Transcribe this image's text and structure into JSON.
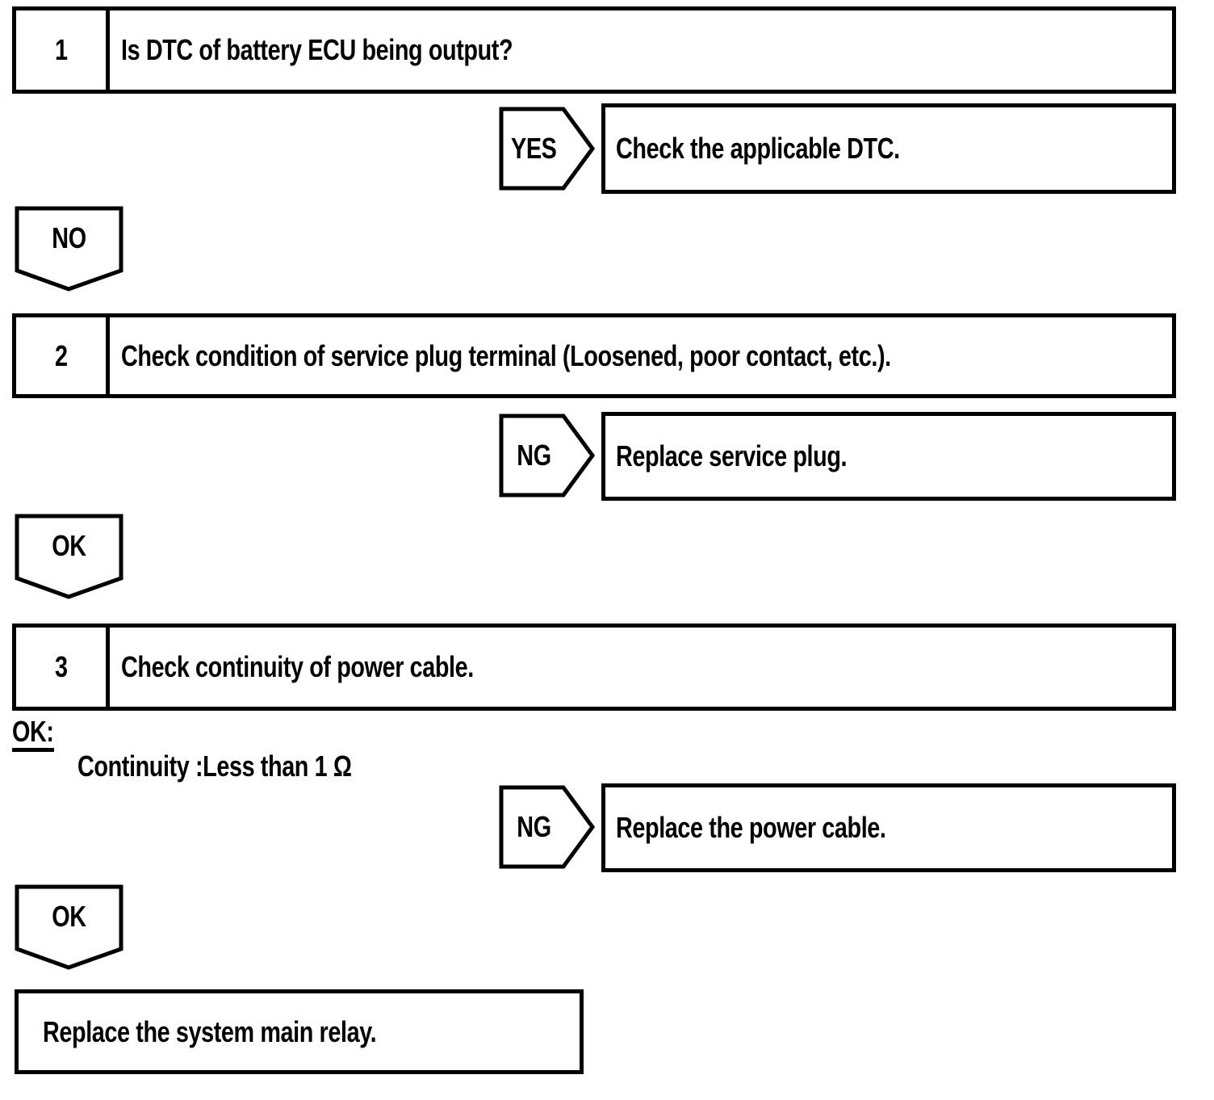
{
  "page": {
    "background": "#ffffff",
    "line_color": "#000000"
  },
  "flowchart": {
    "steps": [
      {
        "number": "1",
        "question": "Is DTC of battery ECU being output?",
        "branch": {
          "label": "YES",
          "result": "Check the applicable DTC."
        },
        "continue_label": "NO"
      },
      {
        "number": "2",
        "question": "Check condition of service plug terminal (Loosened, poor contact, etc.).",
        "branch": {
          "label": "NG",
          "result": "Replace service plug."
        },
        "continue_label": "OK"
      },
      {
        "number": "3",
        "question": "Check continuity of power cable.",
        "spec_heading": "OK:",
        "spec_value": "Continuity :Less than 1 Ω",
        "branch": {
          "label": "NG",
          "result": "Replace the power cable."
        },
        "continue_label": "OK"
      }
    ],
    "final_action": "Replace the system main relay."
  }
}
